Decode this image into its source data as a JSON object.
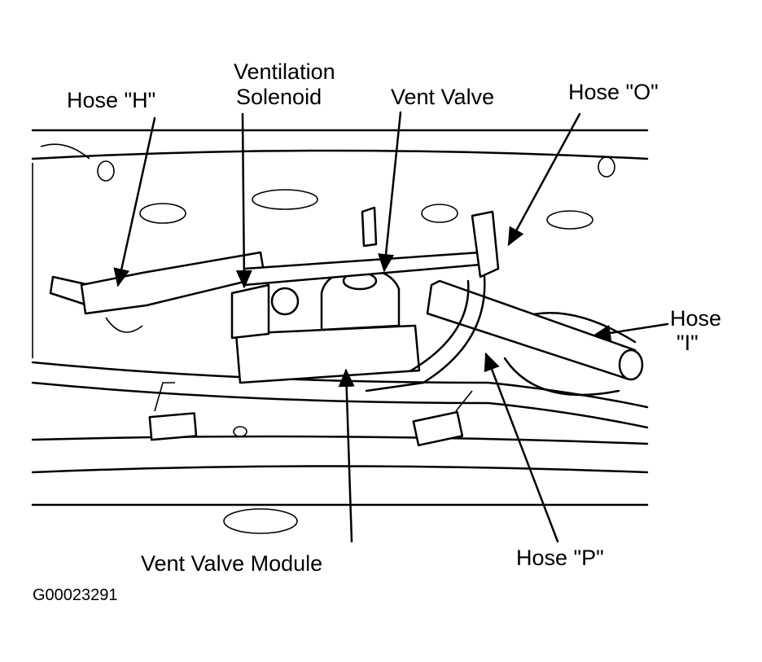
{
  "labels": {
    "hose_h": "Hose \"H\"",
    "ventilation_solenoid_1": "Ventilation",
    "ventilation_solenoid_2": "Solenoid",
    "vent_valve": "Vent Valve",
    "hose_o": "Hose \"O\"",
    "hose_i_1": "Hose",
    "hose_i_2": "\"I\"",
    "hose_p": "Hose \"P\"",
    "vent_valve_module": "Vent Valve Module"
  },
  "figure_id": "G00023291"
}
